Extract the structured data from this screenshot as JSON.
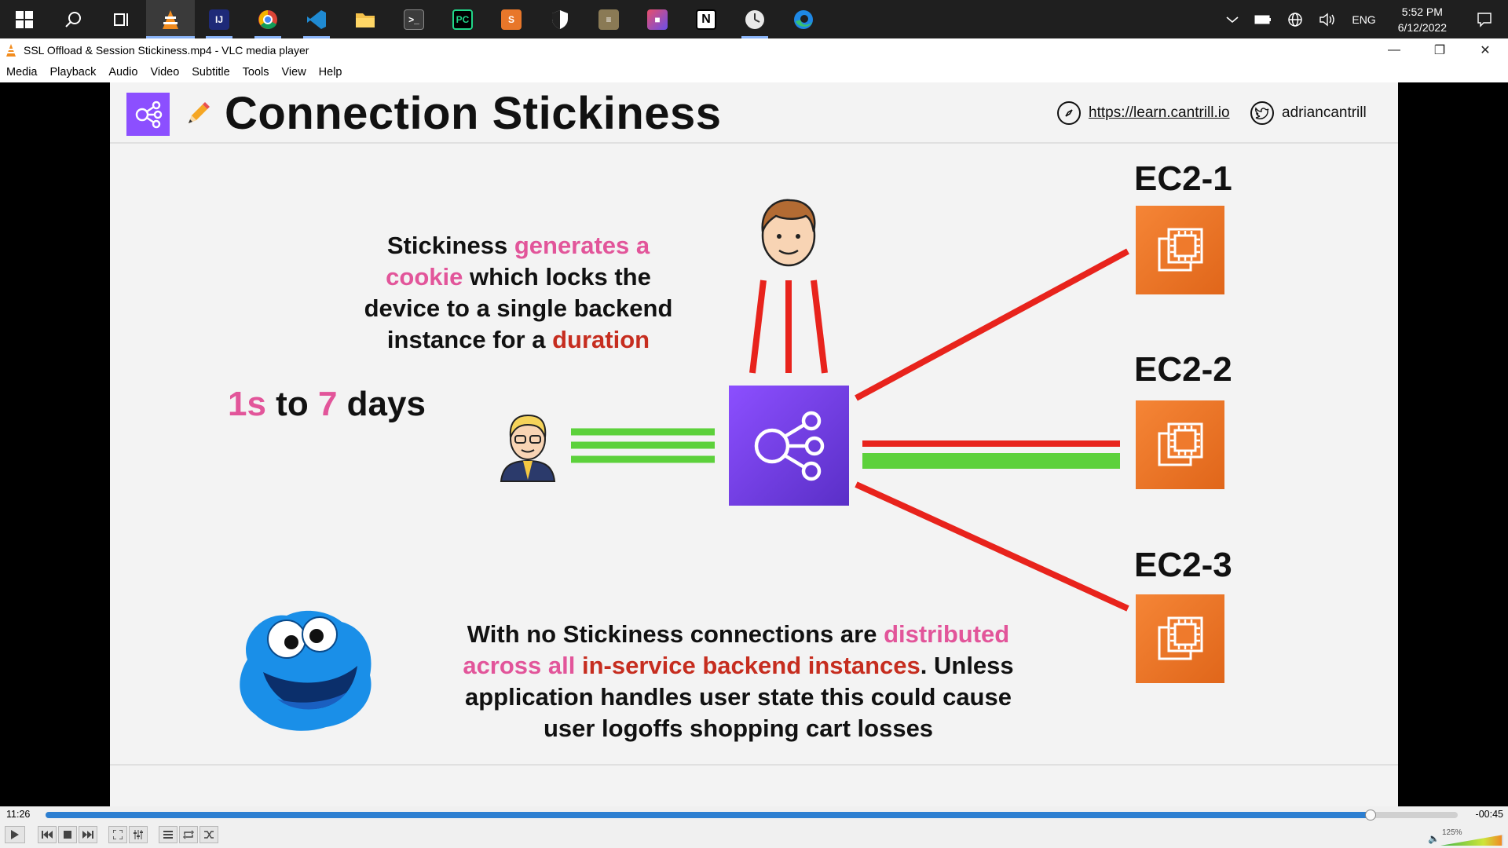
{
  "taskbar": {
    "apps": [
      {
        "name": "windows-start",
        "glyph": "",
        "color": "#1f1f1f"
      },
      {
        "name": "search",
        "glyph": "",
        "color": "#1f1f1f"
      },
      {
        "name": "task-view",
        "glyph": "",
        "color": "#1f1f1f"
      },
      {
        "name": "vlc",
        "glyph": "▲",
        "color": "#f28c1e"
      },
      {
        "name": "intellij",
        "glyph": "IJ",
        "color": "#1e2a78"
      },
      {
        "name": "chrome",
        "glyph": "●",
        "color": "#db4437"
      },
      {
        "name": "vscode",
        "glyph": "◀",
        "color": "#1f8ad2"
      },
      {
        "name": "file-explorer",
        "glyph": "▬",
        "color": "#f4c14a"
      },
      {
        "name": "terminal",
        "glyph": ">_",
        "color": "#333333"
      },
      {
        "name": "pycharm",
        "glyph": "PC",
        "color": "#21d789"
      },
      {
        "name": "sublime",
        "glyph": "S",
        "color": "#e8772a"
      },
      {
        "name": "security-shield",
        "glyph": "◆",
        "color": "#555555"
      },
      {
        "name": "app-stack",
        "glyph": "≡",
        "color": "#8a7a55"
      },
      {
        "name": "app-cubes",
        "glyph": "■",
        "color": "#c94fb4"
      },
      {
        "name": "notion",
        "glyph": "N",
        "color": "#ffffff"
      },
      {
        "name": "clock-app",
        "glyph": "◔",
        "color": "#dddddd"
      },
      {
        "name": "edge",
        "glyph": "e",
        "color": "#2eaa88"
      }
    ],
    "tray": {
      "language": "ENG",
      "time": "5:52 PM",
      "date": "6/12/2022"
    }
  },
  "window": {
    "title": "SSL Offload & Session Stickiness.mp4 - VLC media player",
    "controls": {
      "minimize": "—",
      "restore": "❐",
      "close": "✕"
    }
  },
  "menu": [
    "Media",
    "Playback",
    "Audio",
    "Video",
    "Subtitle",
    "Tools",
    "View",
    "Help"
  ],
  "slide": {
    "title": "Connection Stickiness",
    "site": "https://learn.cantrill.io",
    "twitter": "adriancantrill",
    "sticky": {
      "p1": "Stickiness ",
      "p2": "generates a cookie",
      "p3": " which locks the device to a single backend instance for a ",
      "p4": "duration"
    },
    "duration": {
      "a": "1s",
      "b": " to ",
      "c": "7",
      "d": " days"
    },
    "bottom": {
      "p1": "With no Stickiness connections are ",
      "p2": "distributed across all",
      "p3": " ",
      "p4": "in-service backend instances",
      "p5": ". Unless application handles user state this could cause user logoffs shopping cart losses"
    },
    "instances": [
      "EC2-1",
      "EC2-2",
      "EC2-3"
    ],
    "colors": {
      "pink": "#e2559a",
      "red": "#c62d1f",
      "elb": "#8c4fff",
      "ec2": "#f58536",
      "green": "#5cd13b",
      "line_red": "#e8231c"
    }
  },
  "player": {
    "elapsed": "11:26",
    "remaining": "-00:45",
    "progress": 0.938,
    "volume": "125%"
  }
}
